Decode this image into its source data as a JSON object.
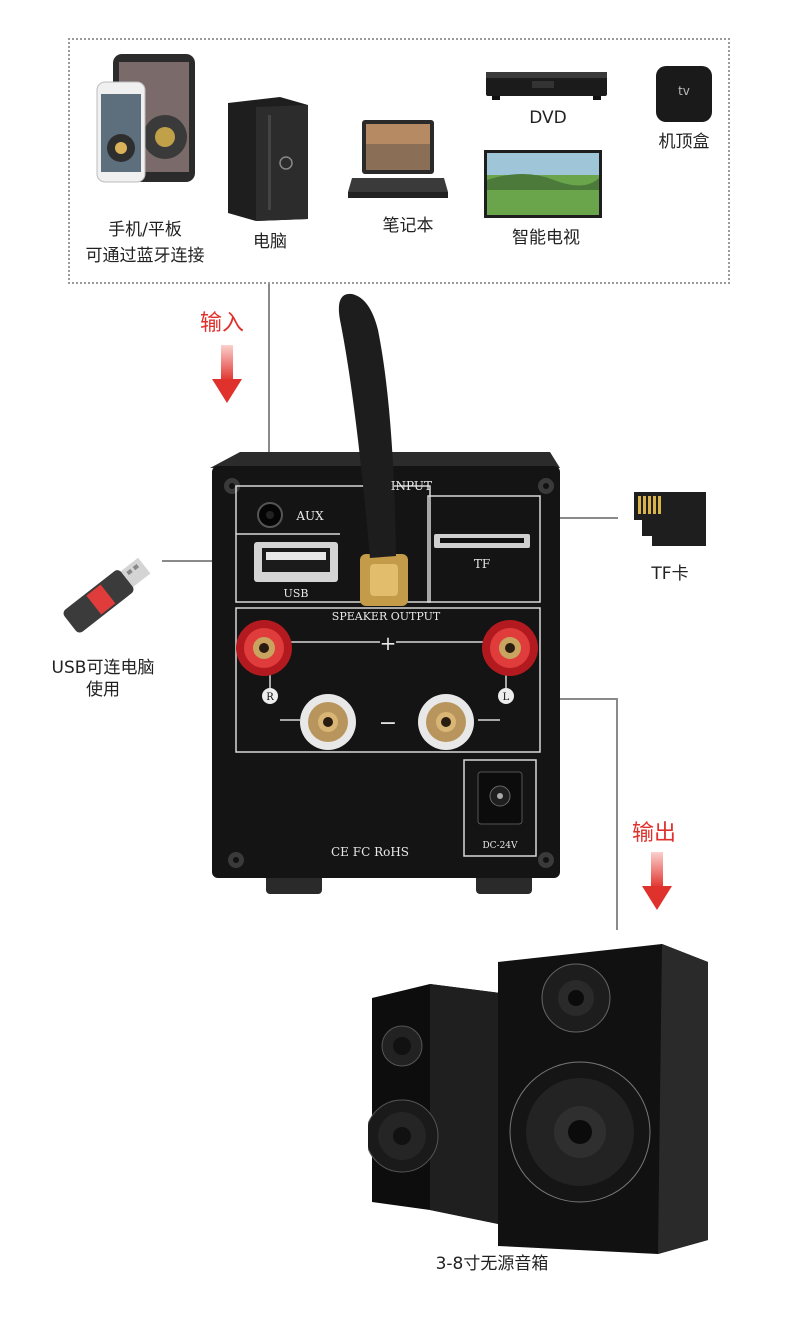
{
  "sources": {
    "phone_label_line1": "手机/平板",
    "phone_label_line2": "可通过蓝牙连接",
    "pc_label": "电脑",
    "laptop_label": "笔记本",
    "dvd_label": "DVD",
    "tv_label": "智能电视",
    "settop_label": "机顶盒",
    "appletv_logo": "tv"
  },
  "flow": {
    "input_label": "输入",
    "output_label": "输出"
  },
  "peripherals": {
    "usb_label_line1": "USB可连电脑",
    "usb_label_line2": "使用",
    "tf_label": "TF卡",
    "speaker_label": "3-8寸无源音箱"
  },
  "amplifier_panel": {
    "aux": "AUX",
    "input_header": "INPUT",
    "usb": "USB",
    "tf": "TF",
    "speaker_output": "SPEAKER OUTPUT",
    "plus": "+",
    "minus": "−",
    "right": "R",
    "left": "L",
    "dc": "DC-24V",
    "certs": "CE FC RoHS"
  },
  "colors": {
    "accent_red": "#e0322c",
    "panel_black": "#141414",
    "panel_line": "#d8d8d8"
  }
}
